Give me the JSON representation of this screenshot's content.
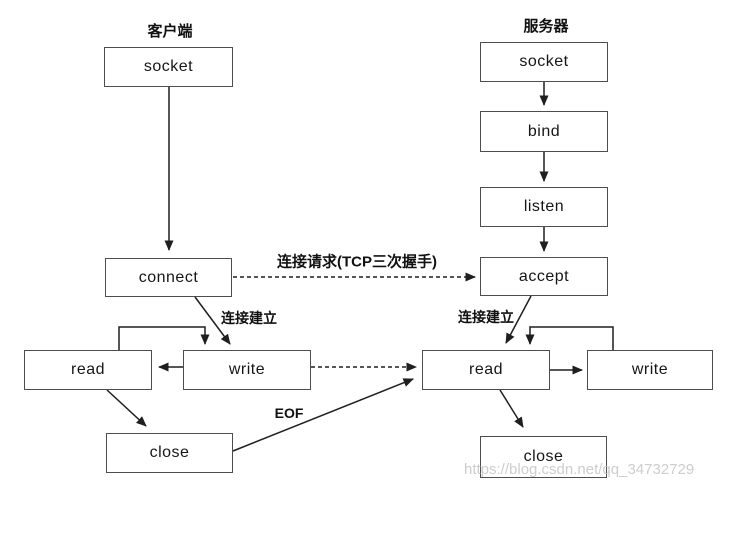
{
  "headers": {
    "client": "客户端",
    "server": "服务器"
  },
  "nodes": {
    "client_socket": {
      "label": "socket"
    },
    "client_connect": {
      "label": "connect"
    },
    "client_read": {
      "label": "read"
    },
    "client_write": {
      "label": "write"
    },
    "client_close": {
      "label": "close"
    },
    "server_socket": {
      "label": "socket"
    },
    "server_bind": {
      "label": "bind"
    },
    "server_listen": {
      "label": "listen"
    },
    "server_accept": {
      "label": "accept"
    },
    "server_read": {
      "label": "read"
    },
    "server_write": {
      "label": "write"
    },
    "server_close": {
      "label": "close"
    }
  },
  "edge_labels": {
    "handshake": "连接请求(TCP三次握手)",
    "established_client": "连接建立",
    "established_server": "连接建立",
    "eof": "EOF"
  },
  "edges": [
    {
      "from": "client_socket",
      "to": "client_connect",
      "style": "solid"
    },
    {
      "from": "server_socket",
      "to": "server_bind",
      "style": "solid"
    },
    {
      "from": "server_bind",
      "to": "server_listen",
      "style": "solid"
    },
    {
      "from": "server_listen",
      "to": "server_accept",
      "style": "solid"
    },
    {
      "from": "client_connect",
      "to": "server_accept",
      "style": "dashed",
      "label": "连接请求(TCP三次握手)"
    },
    {
      "from": "client_connect",
      "to": "client_write",
      "style": "solid",
      "label": "连接建立"
    },
    {
      "from": "client_read",
      "to": "client_write",
      "style": "solid",
      "route": "loop-over-top"
    },
    {
      "from": "client_write",
      "to": "client_read",
      "style": "solid"
    },
    {
      "from": "client_read",
      "to": "client_close",
      "style": "solid"
    },
    {
      "from": "client_write",
      "to": "server_read",
      "style": "dashed"
    },
    {
      "from": "client_close",
      "to": "server_read",
      "style": "solid",
      "label": "EOF"
    },
    {
      "from": "server_accept",
      "to": "server_read",
      "style": "solid",
      "label": "连接建立"
    },
    {
      "from": "server_write",
      "to": "server_read",
      "style": "solid",
      "route": "loop-over-top"
    },
    {
      "from": "server_read",
      "to": "server_write",
      "style": "solid"
    },
    {
      "from": "server_read",
      "to": "server_close",
      "style": "solid"
    }
  ],
  "watermark": "https://blog.csdn.net/qq_34732729",
  "colors": {
    "background": "#ffffff",
    "box_border": "#4d4d4d",
    "line": "#1f1f1f",
    "text": "#161616",
    "watermark": "#c4c4c4"
  }
}
